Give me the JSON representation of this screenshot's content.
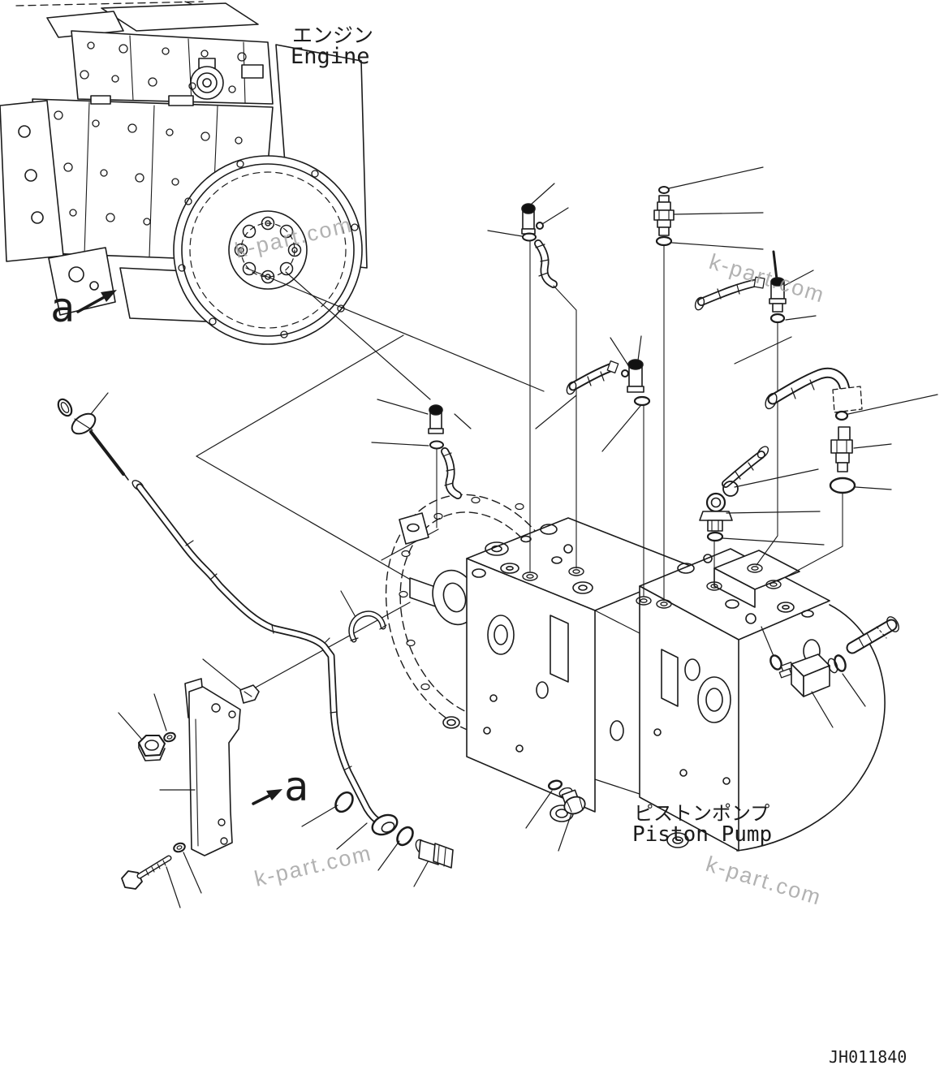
{
  "page": {
    "background": "#ffffff",
    "line_color": "#1b1b1b",
    "watermark_color": "#a0a0a0"
  },
  "labels": {
    "engine": {
      "jp": "エンジン",
      "en": "Engine"
    },
    "piston_pump": {
      "jp": "ピストンポンプ",
      "en": "Piston Pump"
    },
    "view_arrow_top": "a",
    "view_arrow_bottom": "a",
    "drawing_number": "JH011840"
  },
  "watermarks": [
    {
      "text": "k-part.com"
    },
    {
      "text": "k-part.com"
    },
    {
      "text": "k-part.com"
    },
    {
      "text": "k-part.com"
    }
  ]
}
